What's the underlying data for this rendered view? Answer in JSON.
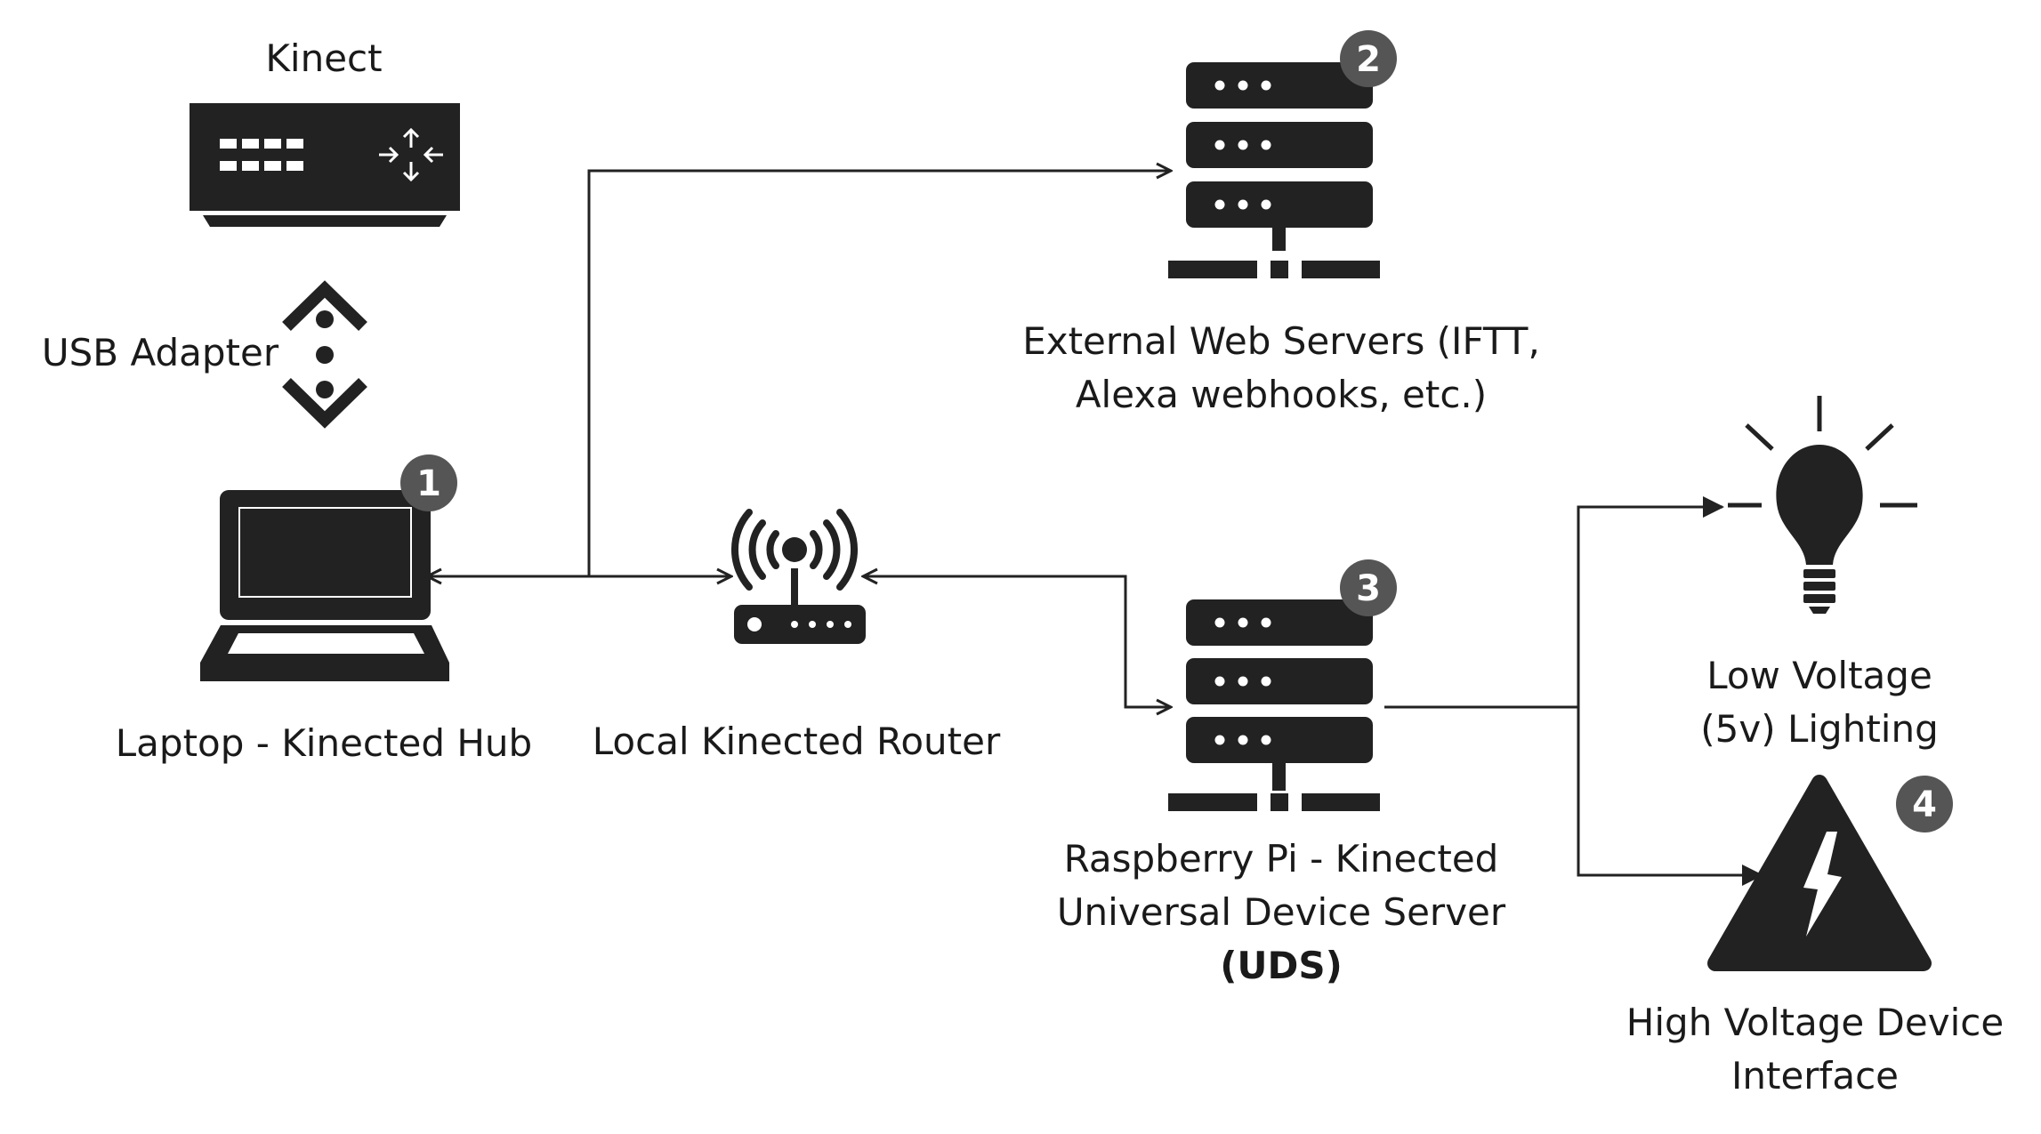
{
  "nodes": {
    "kinect": {
      "label": "Kinect",
      "icon": "kinect-sensor-icon"
    },
    "usb_adapter": {
      "label": "USB Adapter",
      "icon": "usb-adapter-icon"
    },
    "laptop": {
      "label": "Laptop - Kinected Hub",
      "badge": "1",
      "icon": "laptop-icon"
    },
    "router": {
      "label": "Local Kinected Router",
      "icon": "wifi-router-icon"
    },
    "web_servers": {
      "label_line1": "External Web Servers (IFTT,",
      "label_line2": "Alexa webhooks, etc.)",
      "badge": "2",
      "icon": "server-icon"
    },
    "raspberry_pi": {
      "label_line1": "Raspberry Pi - Kinected",
      "label_line2": "Universal Device Server",
      "label_line3": "(UDS)",
      "badge": "3",
      "icon": "server-icon"
    },
    "low_voltage": {
      "label_line1": "Low Voltage",
      "label_line2": "(5v) Lighting",
      "icon": "light-bulb-icon"
    },
    "high_voltage": {
      "label_line1": "High Voltage Device",
      "label_line2": "Interface",
      "badge": "4",
      "icon": "high-voltage-warning-icon"
    }
  },
  "colors": {
    "icon": "#222222",
    "badge": "#555555",
    "line": "#222222",
    "text": "#1a1a1a"
  }
}
